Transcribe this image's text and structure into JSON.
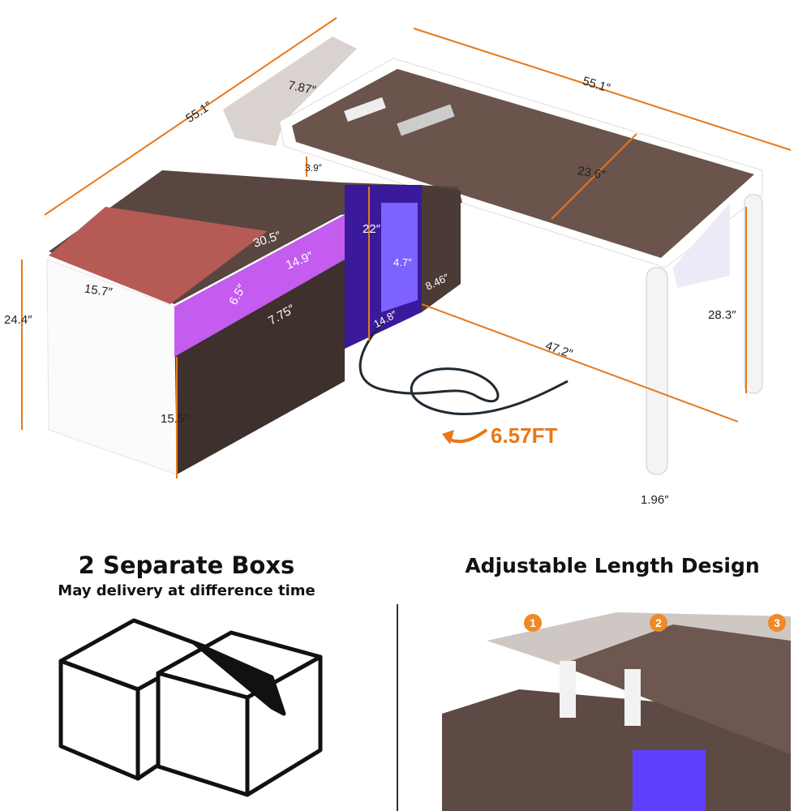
{
  "colors": {
    "dimension_line": "#e8781a",
    "wood": "#5a4640",
    "led": "#b04cff",
    "cushion": "#b65a55",
    "frame": "#ffffff"
  },
  "dimensions": {
    "return_length": "55.1″",
    "grommet": "7.87″",
    "desk_length": "55.1″",
    "riser": "3.9″",
    "desk_depth": "23.6″",
    "open_height": "22″",
    "cabinet_width": "30.5″",
    "drawer_width": "14.9″",
    "shelf_height": "6.5″",
    "socket_width": "4.7″",
    "side_depth": "8.46″",
    "seat_depth": "15.7″",
    "cabinet_height": "24.4″",
    "drawer_height": "7.75″",
    "open_width": "14.8″",
    "leg_span": "47.2″",
    "desk_height": "28.3″",
    "door_height": "15.5″",
    "leg_diameter": "1.96″"
  },
  "cord_length": "6.57FT",
  "boxes": {
    "title": "2 Separate Boxs",
    "subtitle": "May delivery at difference time",
    "icon": "cardboard-boxes-icon"
  },
  "adjustable": {
    "title": "Adjustable Length Design",
    "steps": [
      "1",
      "2",
      "3"
    ]
  }
}
